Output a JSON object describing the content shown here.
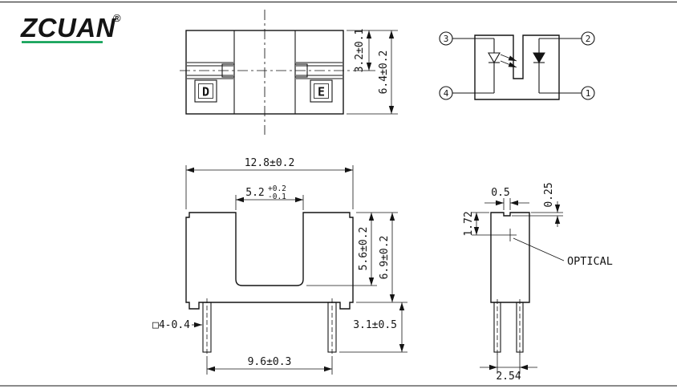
{
  "meta": {
    "accent_green": "#009B4C",
    "line_color": "#141414"
  },
  "logo": {
    "text": "ZCUAN",
    "registered": "®"
  },
  "top_view": {
    "marking_left": "D",
    "marking_right": "E",
    "dims": {
      "half_depth": "3.2±0.1",
      "depth": "6.4±0.2"
    }
  },
  "schematic": {
    "pins": {
      "top_left": "3",
      "top_right": "2",
      "bottom_left": "4",
      "bottom_right": "1"
    }
  },
  "front_view": {
    "dims": {
      "width": "12.8±0.2",
      "slot_width": "5.2",
      "slot_tol_plus": "+0.2",
      "slot_tol_minus": "-0.1",
      "slot_depth": "5.6±0.2",
      "height": "6.9±0.2",
      "lead_length": "3.1±0.5",
      "lead_span": "9.6±0.3",
      "lead_section": "□4-0.4"
    }
  },
  "side_view": {
    "dims": {
      "aperture": "0.5",
      "edge_offset": "0.25",
      "center_offset": "1.72",
      "lead_pitch": "2.54"
    },
    "label_optical": "OPTICAL"
  }
}
